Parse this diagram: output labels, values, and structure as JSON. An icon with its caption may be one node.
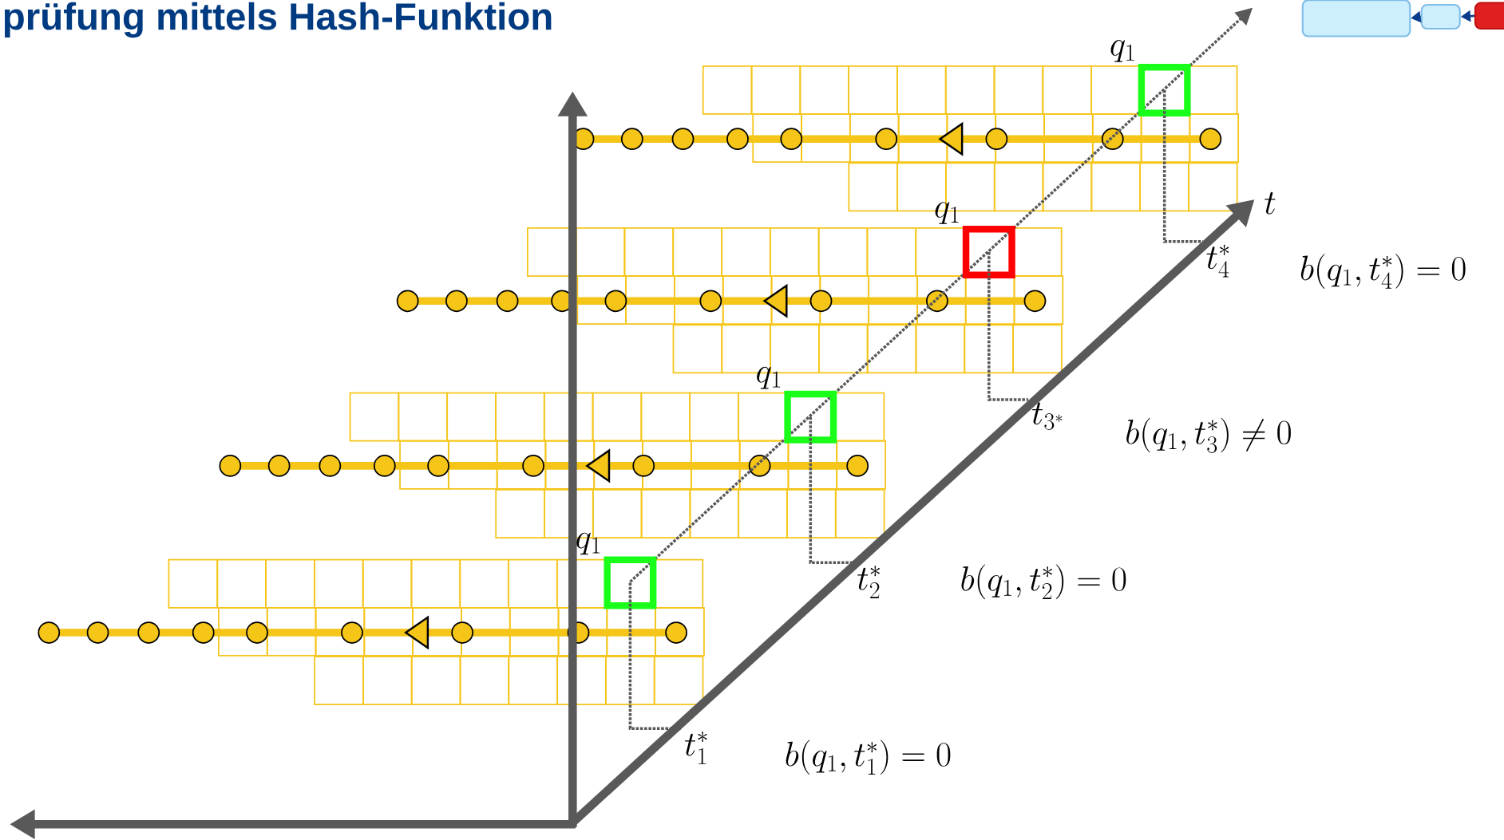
{
  "diagram": {
    "title": "prüfung mittels Hash-Funktion",
    "nodes": [
      {
        "text": [],
        "shape": "box"
      },
      {
        "text": [],
        "shape": "box"
      },
      {
        "text": [],
        "shape": "box"
      },
      {
        "text": [
          "q_1"
        ]
      },
      {
        "text": [
          "t_4^*"
        ]
      },
      {
        "text": [
          "q_1"
        ]
      },
      {
        "text": [
          "t_{3^*}"
        ]
      },
      {
        "text": [
          "q_1"
        ]
      },
      {
        "text": [
          "t_2^*"
        ]
      },
      {
        "text": [
          "q_1"
        ]
      },
      {
        "text": [
          "t_1^*"
        ]
      }
    ],
    "edges": [
      {
        "from": 1,
        "to": 0,
        "arrow": "to",
        "color": "#0b3c8c"
      },
      {
        "from": 2,
        "to": 1,
        "arrow": "to",
        "color": "#0b3c8c"
      },
      {
        "from": 3,
        "to": 4,
        "arrow": "none",
        "style": "dashed"
      },
      {
        "from": 5,
        "to": 6,
        "arrow": "none",
        "style": "dashed"
      },
      {
        "from": 7,
        "to": 8,
        "arrow": "none",
        "style": "dashed"
      },
      {
        "from": 9,
        "to": 10,
        "arrow": "none",
        "style": "dashed"
      }
    ],
    "labels": [
      "t",
      "b(q_1,t_4^*)=0",
      "b(q_1,t_3^*)\\neq 0",
      "b(q_1,t_2^*)=0",
      "b(q_1,t_1^*)=0"
    ]
  }
}
